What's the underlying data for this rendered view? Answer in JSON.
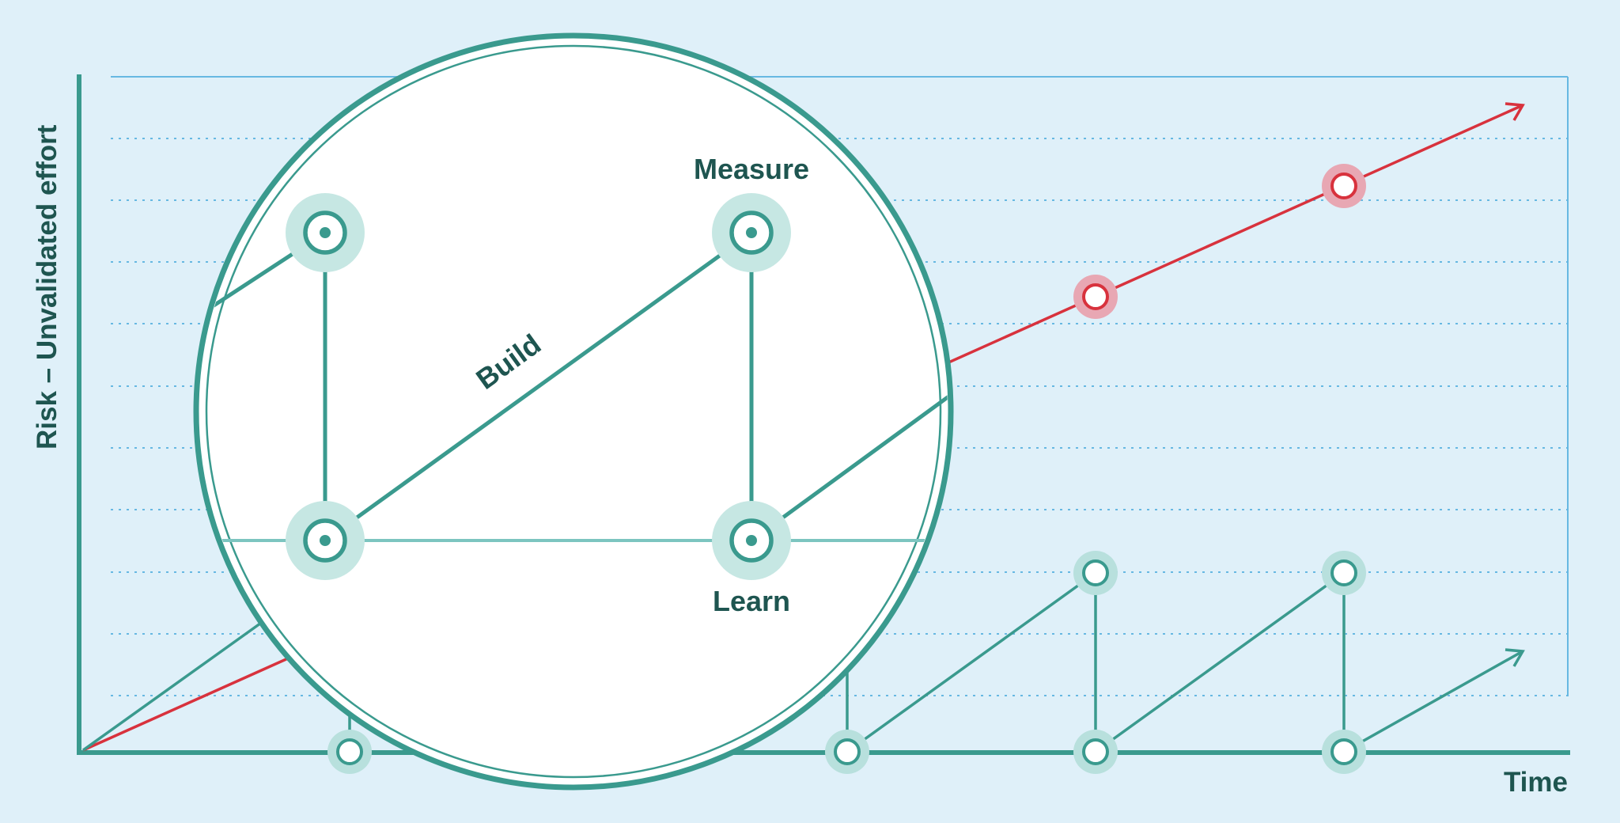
{
  "labels": {
    "y_axis": "Risk – Unvalidated effort",
    "x_axis": "Time",
    "build": "Build",
    "measure": "Measure",
    "learn": "Learn"
  },
  "colors": {
    "background": "#dff0f9",
    "teal": "#3a9a8e",
    "teal_halo": "#b8e0dd",
    "red": "#d8323d",
    "red_halo": "#e8a7b3",
    "grid": "#67b8e2",
    "text": "#1e5550",
    "lens_fill": "#ffffff"
  }
}
